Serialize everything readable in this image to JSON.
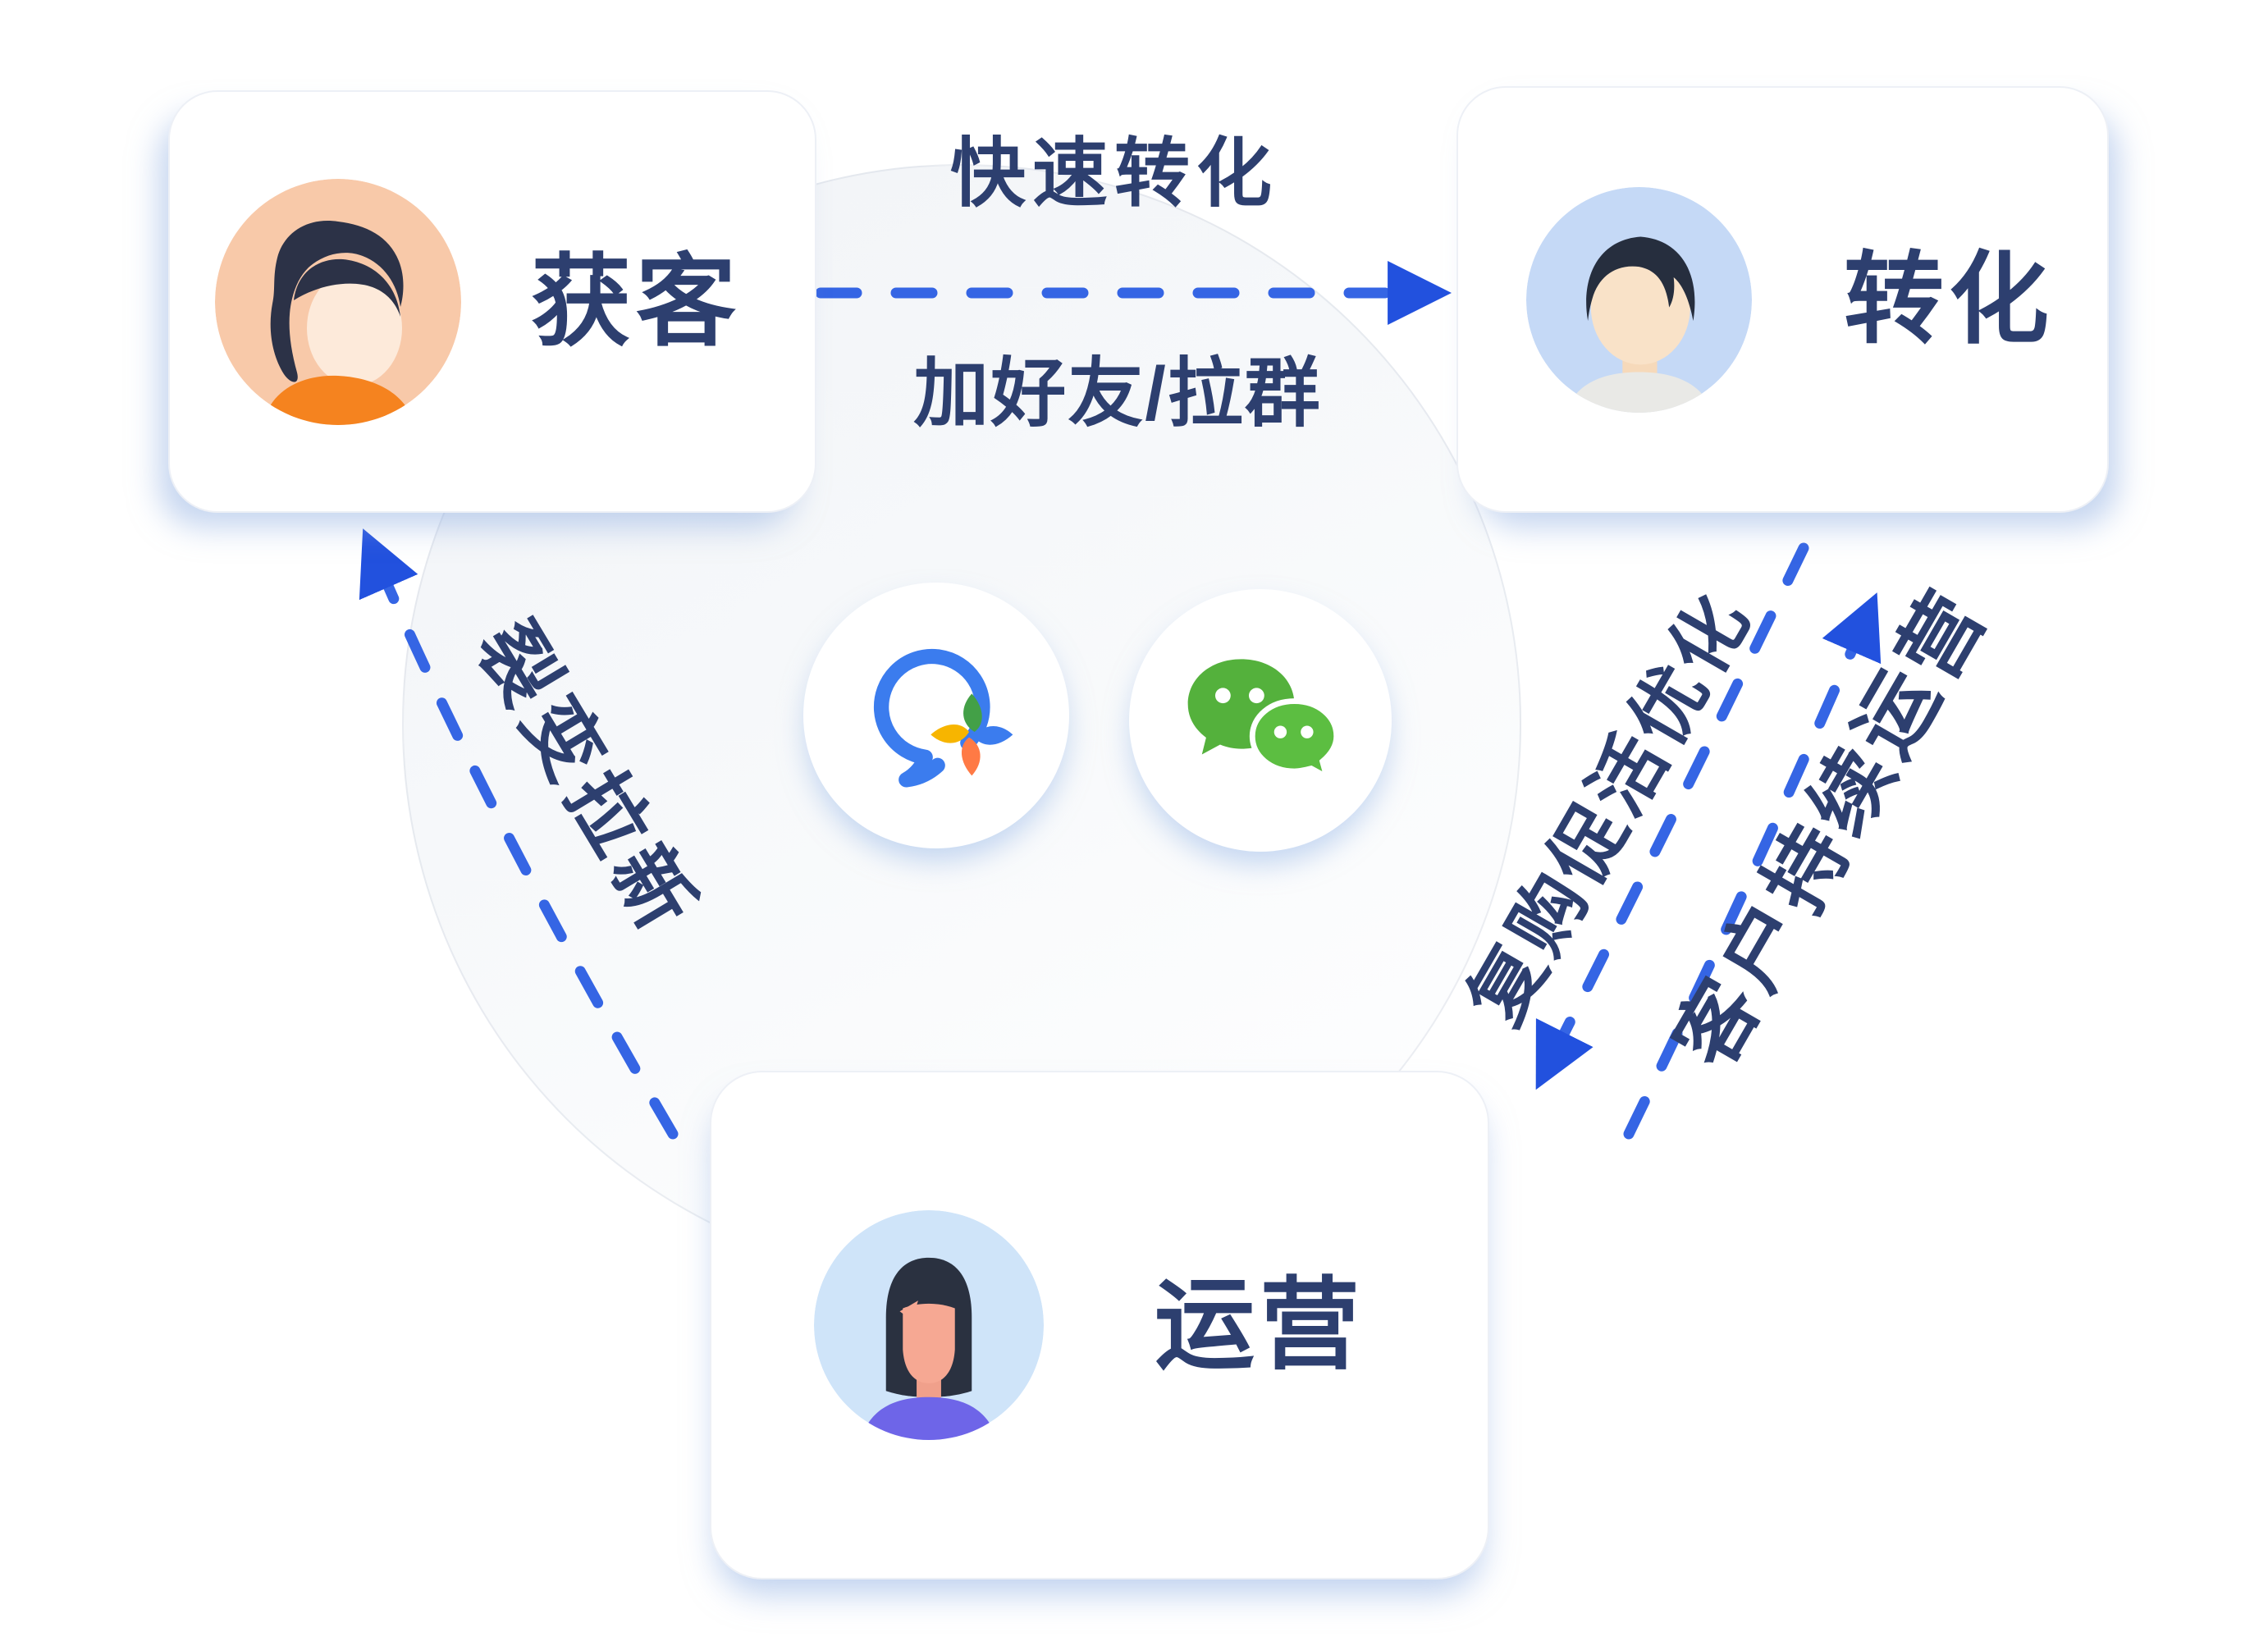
{
  "diagram": {
    "nodes": [
      {
        "id": "acquisition",
        "label": "获客"
      },
      {
        "id": "conversion",
        "label": "转化"
      },
      {
        "id": "operation",
        "label": "运营"
      }
    ],
    "arrows": {
      "top": {
        "from": "获客",
        "to": "转化",
        "label_above": "快速转化",
        "label_below": "加好友/拉群"
      },
      "left": {
        "from": "运营",
        "to": "获客",
        "label": "裂变拉新"
      },
      "right_inner": {
        "from": "转化",
        "to": "运营",
        "label": "复购促活优化"
      },
      "right_outer": {
        "from": "运营",
        "to": "转化",
        "label": "客户持续运营"
      }
    },
    "center_icons": [
      {
        "name": "wecom-icon"
      },
      {
        "name": "wechat-icon"
      }
    ]
  },
  "colors": {
    "arrow_dash_blue": "#3565e4",
    "arrowhead_blue": "#2251de",
    "label_navy": "#2d3f6f",
    "card_shadow_blue": "rgba(141,173,226,0.5)",
    "background_circle": "#f1f3f7",
    "acquisition_avatar_bg": "#f8c9a9",
    "conversion_avatar_bg": "#c5d9f6",
    "operation_avatar_bg": "#cfe4f9",
    "shirt_orange": "#f5831f",
    "shirt_gray": "#e9e9e6",
    "shirt_purple": "#6e65e8",
    "hair_dark_navy": "#2c3247",
    "wecom_blue": "#3b7cee",
    "wechat_green": "#54b13c"
  }
}
